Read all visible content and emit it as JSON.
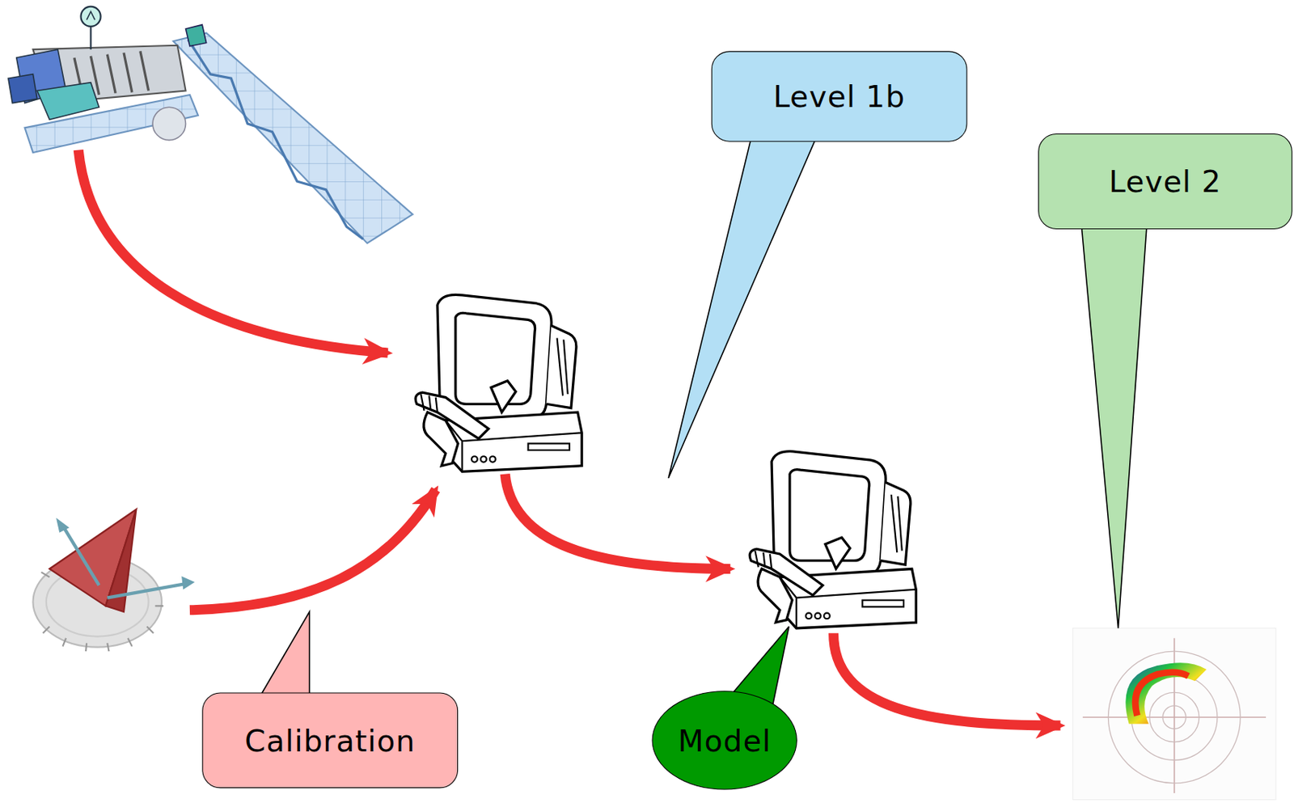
{
  "diagram": {
    "nodes": [
      {
        "text": [
          "Level 1b"
        ]
      },
      {
        "text": [
          "Level 2"
        ]
      },
      {
        "text": [
          "Calibration"
        ]
      },
      {
        "text": [
          "Model"
        ]
      }
    ]
  }
}
